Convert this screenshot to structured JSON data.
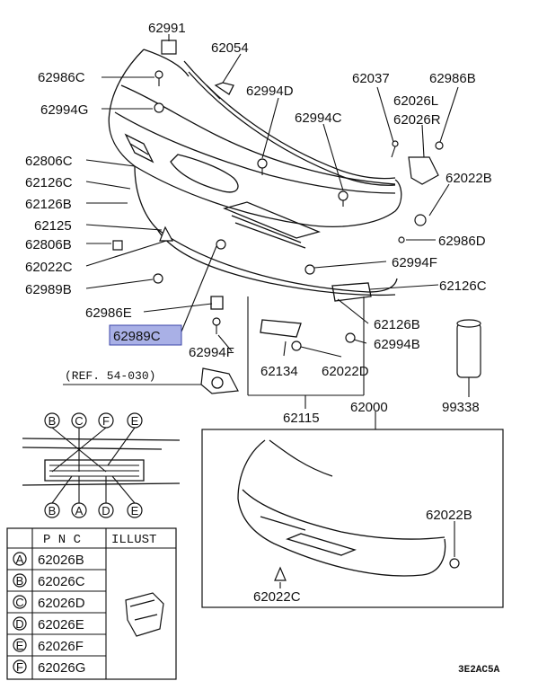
{
  "callouts": {
    "p62991": "62991",
    "p62054": "62054",
    "p62986C": "62986C",
    "p62994G": "62994G",
    "p62994D": "62994D",
    "p62037": "62037",
    "p62986B": "62986B",
    "p62026L": "62026L",
    "p62026R": "62026R",
    "p62994C": "62994C",
    "p62806C": "62806C",
    "p62126C_l": "62126C",
    "p62022B_r": "62022B",
    "p62126B_l": "62126B",
    "p62125": "62125",
    "p62806B": "62806B",
    "p62986D": "62986D",
    "p62022C_l": "62022C",
    "p62994F_r": "62994F",
    "p62989B": "62989B",
    "p62126C_r": "62126C",
    "p62986E": "62986E",
    "p62989C": "62989C",
    "p62126B_r": "62126B",
    "p62994F_b": "62994F",
    "p62994B": "62994B",
    "p62134": "62134",
    "p62022D": "62022D",
    "ref": "(REF. 54-030)",
    "p62115": "62115",
    "p62000": "62000",
    "p99338": "99338",
    "p62022B_inset": "62022B",
    "p62022C_inset": "62022C"
  },
  "highlight_color": "#a9b0e6",
  "letters_top": [
    "B",
    "C",
    "F",
    "E"
  ],
  "letters_bottom": [
    "B",
    "A",
    "D",
    "E"
  ],
  "table": {
    "headers": [
      "P N C",
      "ILLUST"
    ],
    "rows": [
      {
        "key": "A",
        "pnc": "62026B"
      },
      {
        "key": "B",
        "pnc": "62026C"
      },
      {
        "key": "C",
        "pnc": "62026D"
      },
      {
        "key": "D",
        "pnc": "62026E"
      },
      {
        "key": "E",
        "pnc": "62026F"
      },
      {
        "key": "F",
        "pnc": "62026G"
      }
    ]
  },
  "figure_code": "3E2AC5A"
}
